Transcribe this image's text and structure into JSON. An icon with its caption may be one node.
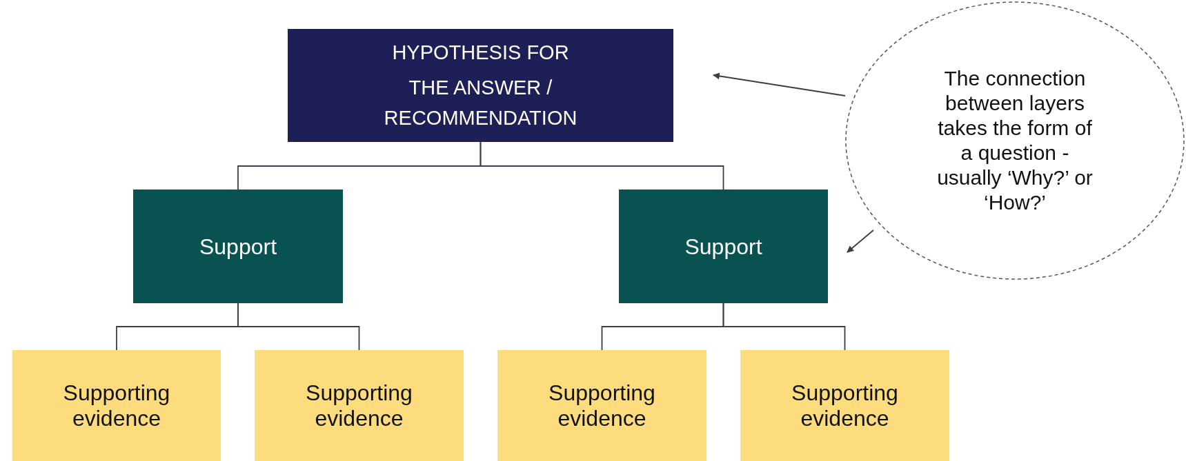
{
  "diagram": {
    "nodes": [
      {
        "text": [
          "HYPOTHESIS FOR",
          "THE ANSWER / RECOMMENDATION"
        ]
      },
      {
        "text": [
          "Support"
        ]
      },
      {
        "text": [
          "Support"
        ]
      },
      {
        "text": [
          "Supporting evidence"
        ]
      },
      {
        "text": [
          "Supporting evidence"
        ]
      },
      {
        "text": [
          "Supporting evidence"
        ]
      },
      {
        "text": [
          "Supporting evidence"
        ]
      },
      {
        "text": [
          "The connection between layers takes the form of a question - usually ‘Why?’ or ‘How?’"
        ]
      }
    ],
    "edges": [
      {
        "from": 0,
        "to": 1,
        "arrow": "none"
      },
      {
        "from": 0,
        "to": 2,
        "arrow": "none"
      },
      {
        "from": 1,
        "to": 3,
        "arrow": "none"
      },
      {
        "from": 1,
        "to": 4,
        "arrow": "none"
      },
      {
        "from": 2,
        "to": 5,
        "arrow": "none"
      },
      {
        "from": 2,
        "to": 6,
        "arrow": "none"
      },
      {
        "from": 7,
        "to": 0,
        "arrow": "to"
      },
      {
        "from": 7,
        "to": 2,
        "arrow": "to"
      }
    ]
  }
}
